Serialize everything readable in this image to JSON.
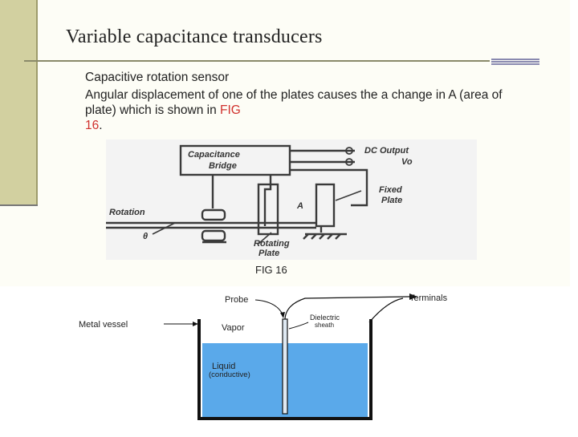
{
  "slide": {
    "title": "Variable capacitance transducers",
    "subtitle": "Capacitive rotation sensor",
    "body_main": "Angular displacement of one of the plates causes the a change in A (area of plate) which is shown in ",
    "body_ref_a": "FIG",
    "body_ref_b": "16",
    "body_end": "."
  },
  "fig16": {
    "caption": "FIG 16",
    "labels": {
      "bridge_line1": "Capacitance",
      "bridge_line2": "Bridge",
      "dc_output": "DC Output",
      "vo": "Vo",
      "fixed_line1": "Fixed",
      "fixed_line2": "Plate",
      "area": "A",
      "rotation": "Rotation",
      "theta": "θ",
      "rotating_line1": "Rotating",
      "rotating_line2": "Plate"
    }
  },
  "level_sensor": {
    "labels": {
      "probe": "Probe",
      "terminals": "Terminals",
      "metal_vessel": "Metal vessel",
      "dielectric_line1": "Dielectric",
      "dielectric_line2": "sheath",
      "vapor": "Vapor",
      "liquid": "Liquid",
      "conductive": "(conductive)"
    },
    "colors": {
      "liquid": "#5aa9ea"
    }
  }
}
